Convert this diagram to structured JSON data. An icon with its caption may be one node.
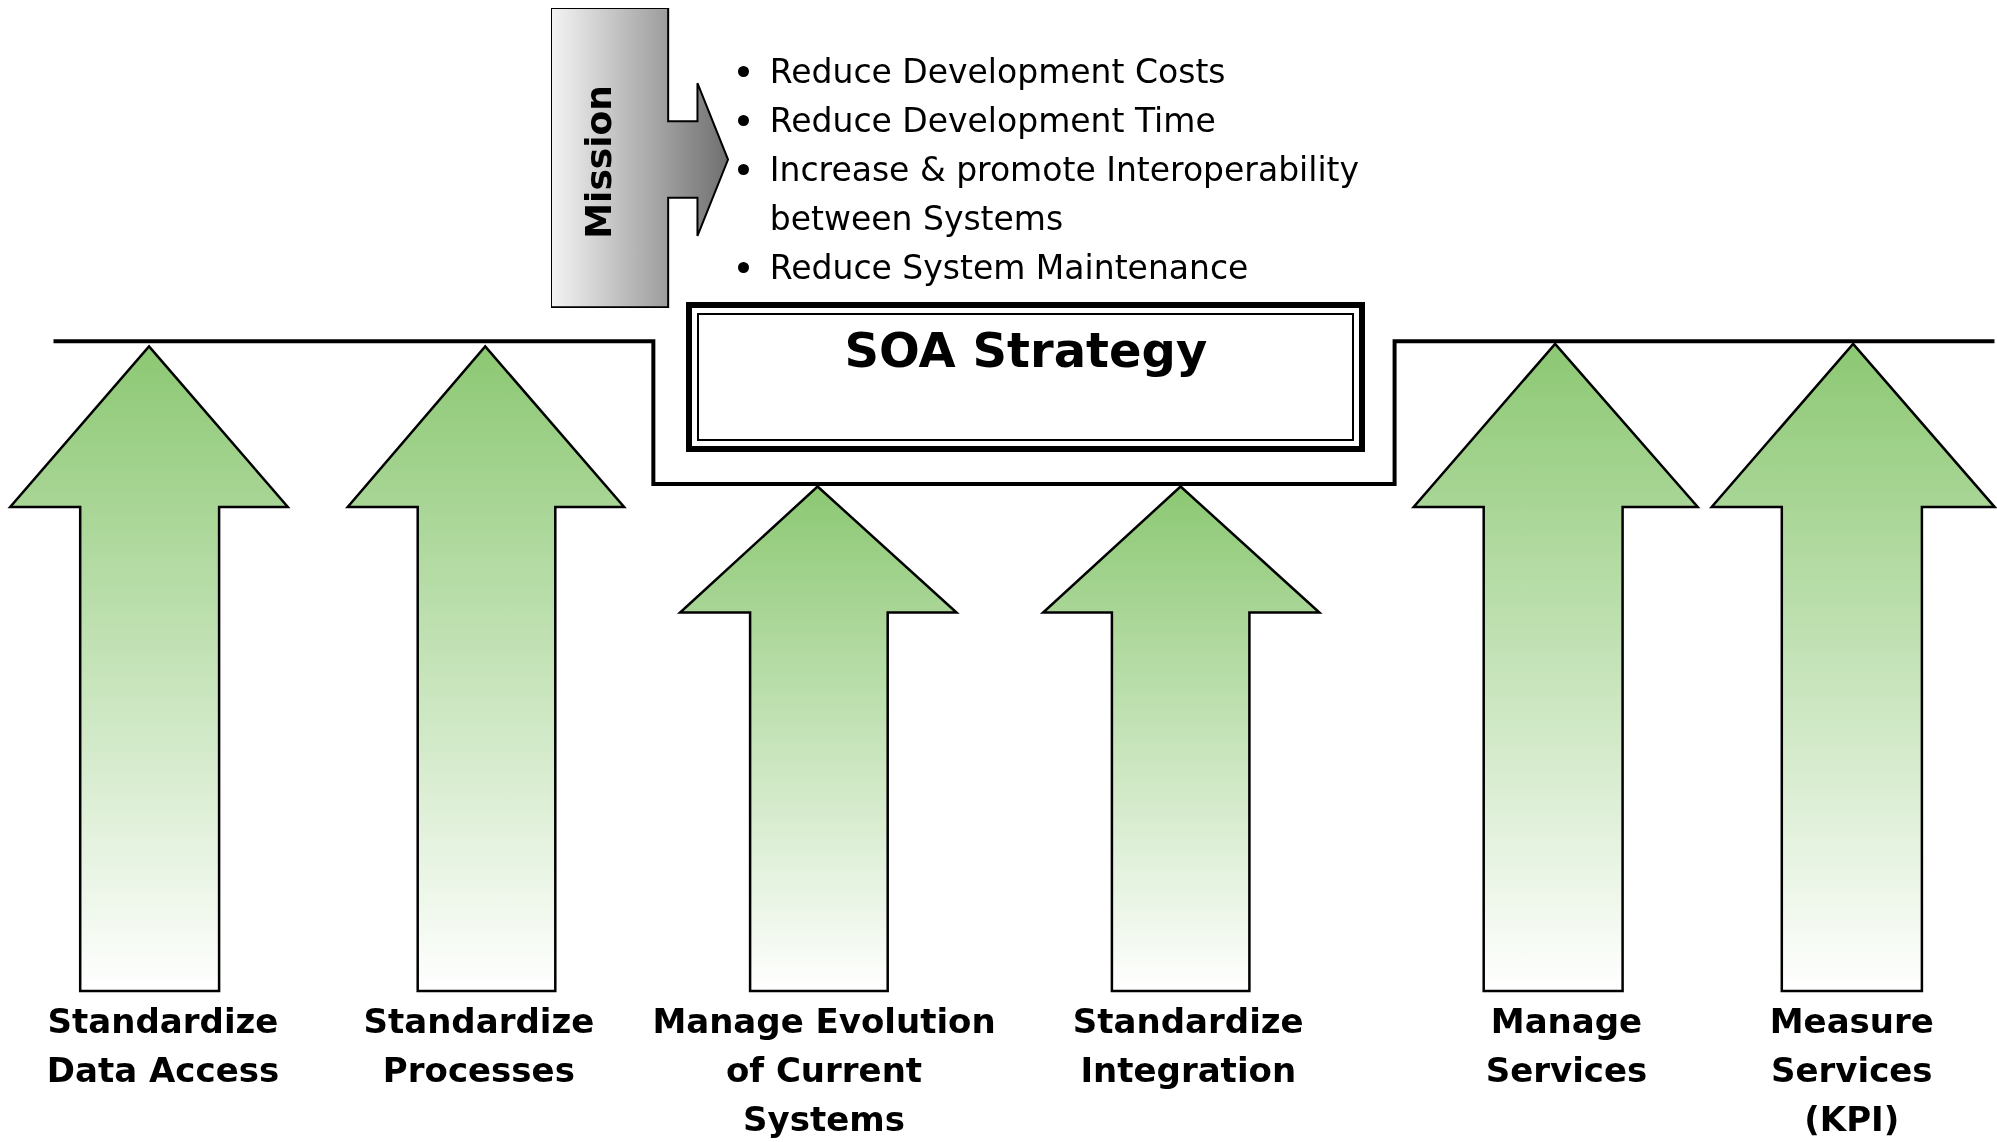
{
  "diagram": {
    "nodes": [
      {
        "text": [
          "Mission"
        ]
      },
      {
        "text": [
          "SOA Strategy"
        ]
      },
      {
        "text": [
          "Standardize Data Access"
        ]
      },
      {
        "text": [
          "Standardize Processes"
        ]
      },
      {
        "text": [
          "Manage Evolution of Current Systems"
        ]
      },
      {
        "text": [
          "Standardize Integration"
        ]
      },
      {
        "text": [
          "Manage Services"
        ]
      },
      {
        "text": [
          "Measure Services (KPI)"
        ]
      }
    ],
    "edges": [
      {
        "from": 2,
        "to": null,
        "arrow": "to",
        "style": "thick"
      },
      {
        "from": 3,
        "to": null,
        "arrow": "to",
        "style": "thick"
      },
      {
        "from": 4,
        "to": null,
        "arrow": "to",
        "style": "thick"
      },
      {
        "from": 5,
        "to": null,
        "arrow": "to",
        "style": "thick"
      },
      {
        "from": 6,
        "to": null,
        "arrow": "to",
        "style": "thick"
      },
      {
        "from": 7,
        "to": null,
        "arrow": "to",
        "style": "thick"
      }
    ],
    "labels": [
      "Reduce Development Costs",
      "Reduce Development Time",
      "Increase & promote Interoperability between Systems",
      "Reduce System Maintenance"
    ]
  }
}
